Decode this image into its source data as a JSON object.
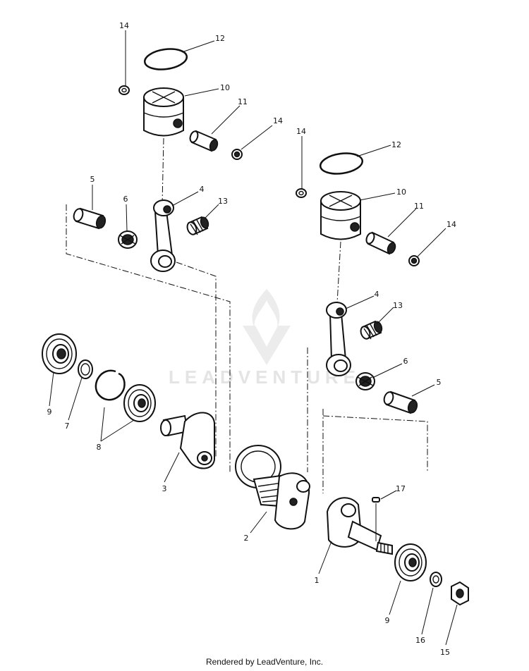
{
  "callouts": {
    "c14_a": "14",
    "c12_a": "12",
    "c10_a": "10",
    "c11_a": "11",
    "c14_b": "14",
    "c5_a": "5",
    "c6_a": "6",
    "c4_a": "4",
    "c13_a": "13",
    "c14_c": "14",
    "c12_b": "12",
    "c10_b": "10",
    "c11_b": "11",
    "c14_d": "14",
    "c4_b": "4",
    "c13_b": "13",
    "c6_b": "6",
    "c5_b": "5",
    "c9_a": "9",
    "c7": "7",
    "c8": "8",
    "c3": "3",
    "c2": "2",
    "c17": "17",
    "c1": "1",
    "c9_b": "9",
    "c16": "16",
    "c15": "15"
  },
  "watermark": {
    "text": "LEADVENTURE"
  },
  "footer": {
    "text": "Rendered by LeadVenture, Inc."
  }
}
